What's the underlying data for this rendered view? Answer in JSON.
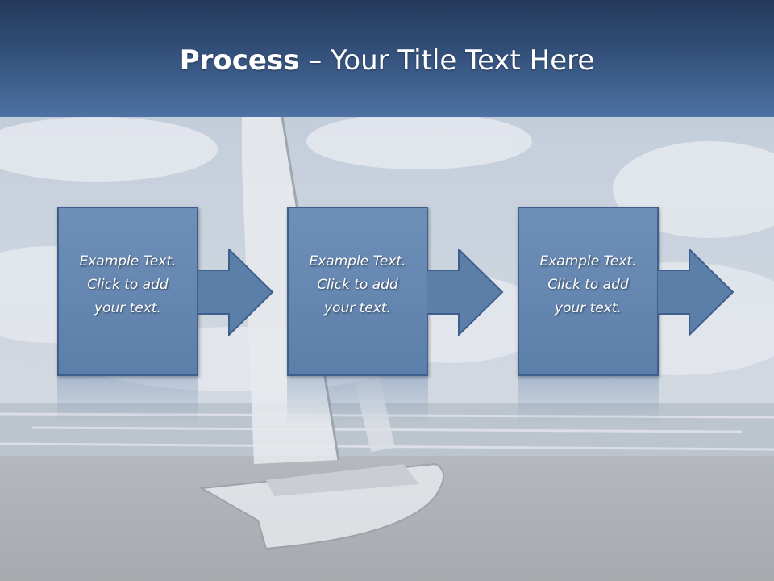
{
  "slide": {
    "title_bold": "Process",
    "title_rest": " – Your Title Text Here"
  },
  "steps": [
    {
      "text": "Example Text.\nClick  to add\nyour text."
    },
    {
      "text": "Example Text.\nClick  to add\nyour text."
    },
    {
      "text": "Example Text.\nClick  to add\nyour text."
    }
  ],
  "colors": {
    "header_dark": "#243a5b",
    "header_light": "#4d72a3",
    "box_fill": "#5c7faa",
    "box_border": "#3e5f8c"
  },
  "icons": [
    "right-arrow-icon"
  ]
}
